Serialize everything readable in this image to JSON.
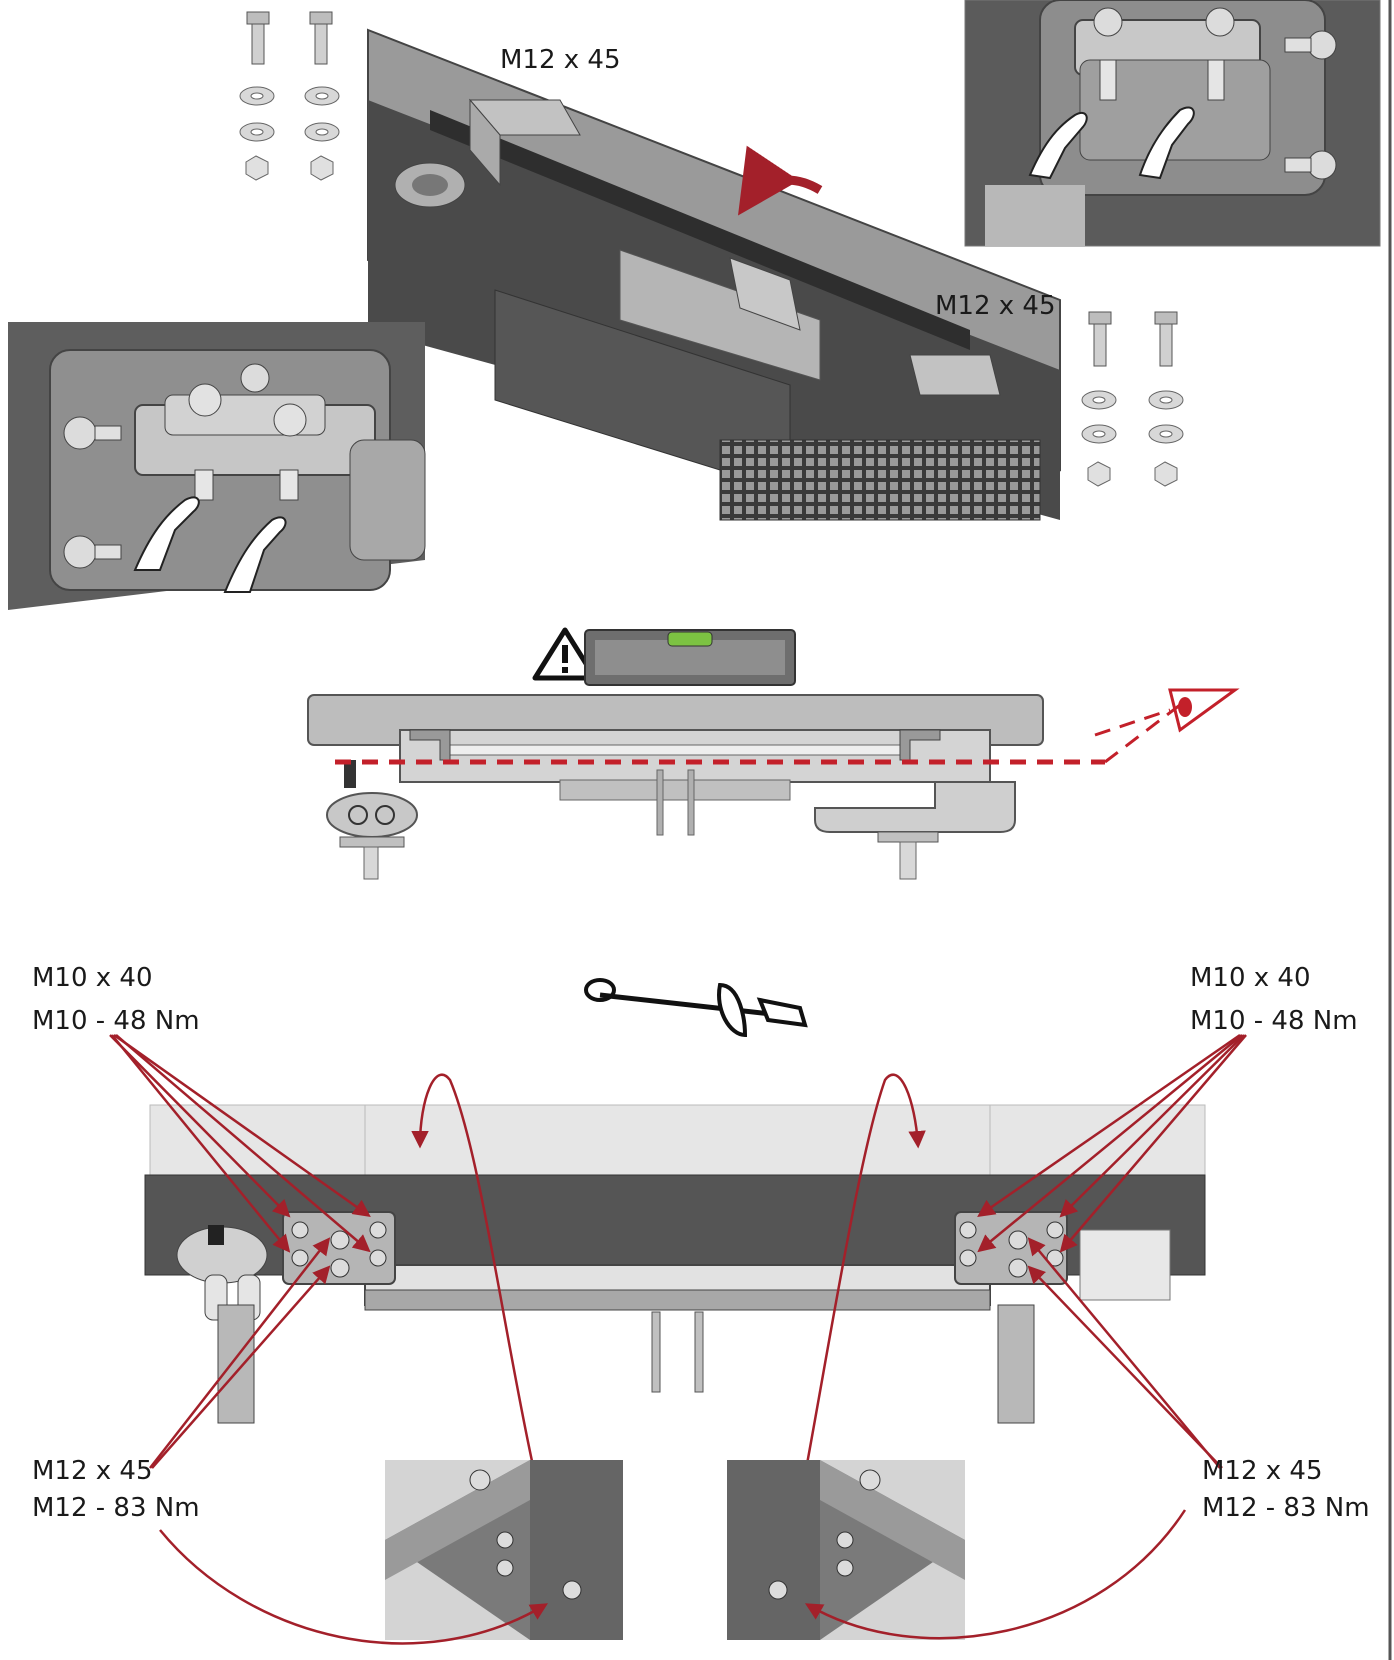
{
  "labels": {
    "top_bolt_left": "M12 x 45",
    "top_bolt_right": "M12 x 45",
    "left_m10_size": "M10 x 40",
    "left_m10_torque": "M10 - 48 Nm",
    "right_m10_size": "M10 x 40",
    "right_m10_torque": "M10 - 48 Nm",
    "left_m12_size": "M12 x 45",
    "left_m12_torque": "M12 - 83 Nm",
    "right_m12_size": "M12 x 45",
    "right_m12_torque": "M12 - 83 Nm"
  },
  "icons": {
    "warning": "warning-triangle-icon",
    "level": "spirit-level-icon",
    "eye": "eye-icon",
    "wrench": "torque-wrench-icon"
  },
  "colors": {
    "arrow_red": "#a3202a",
    "sight_line_red": "#c3202a",
    "metal_dark": "#5a5a5a",
    "metal_mid": "#8c8c8c",
    "metal_light": "#c9c9c9",
    "panel_light": "#e6e6e6",
    "level_green": "#7cc242"
  }
}
